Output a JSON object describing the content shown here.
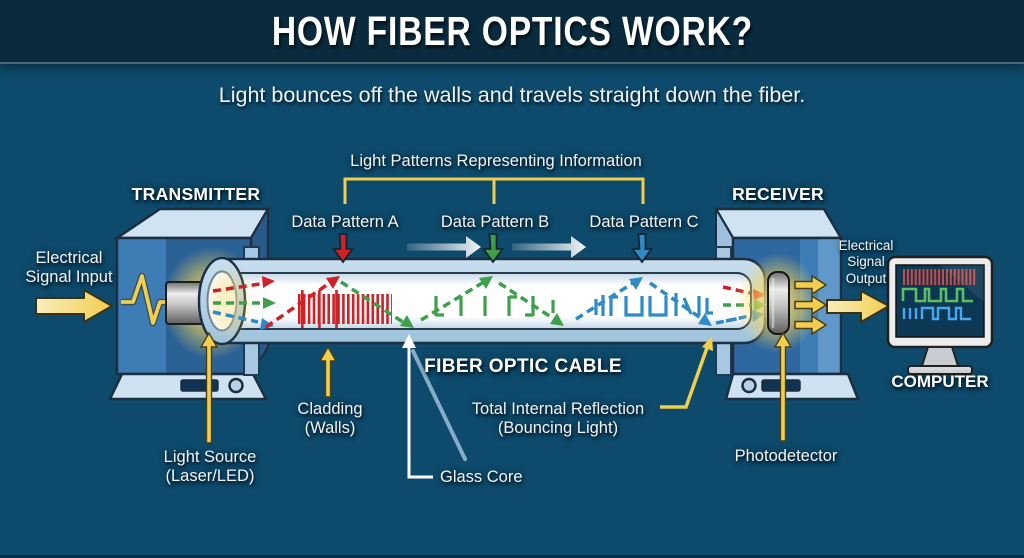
{
  "colors": {
    "background": "#0e4a6b",
    "header_bg": "#0a2a3d",
    "outline": "#1c2e40",
    "yellow": "#f1ce4f",
    "red": "#cf2127",
    "green": "#3fa04b",
    "blue": "#2e8bc7",
    "box_face": "#3d7cb5",
    "box_face_dark": "#2b6296",
    "box_top": "#cfe3f3",
    "box_side": "#9cc0de",
    "tray": "#cfe2f1",
    "screen": "#0d3854"
  },
  "header": {
    "title": "HOW FIBER OPTICS WORK?"
  },
  "subtitle": "Light bounces off the walls and travels straight down the fiber.",
  "annotations": {
    "light_patterns": "Light Patterns Representing Information",
    "data_pattern_a": "Data Pattern A",
    "data_pattern_b": "Data Pattern B",
    "data_pattern_c": "Data Pattern C"
  },
  "components": {
    "transmitter": "TRANSMITTER",
    "receiver": "RECEIVER",
    "computer": "COMPUTER",
    "fiber_optic_cable": "FIBER OPTIC CABLE"
  },
  "io": {
    "electrical_signal_input": "Electrical\nSignal Input",
    "electrical_signal_output": "Electrical\nSignal\nOutput"
  },
  "parts": {
    "light_source": "Light Source\n(Laser/LED)",
    "cladding": "Cladding\n(Walls)",
    "glass_core": "Glass Core",
    "total_internal_reflection": "Total Internal Reflection\n(Bouncing Light)",
    "photodetector": "Photodetector"
  }
}
